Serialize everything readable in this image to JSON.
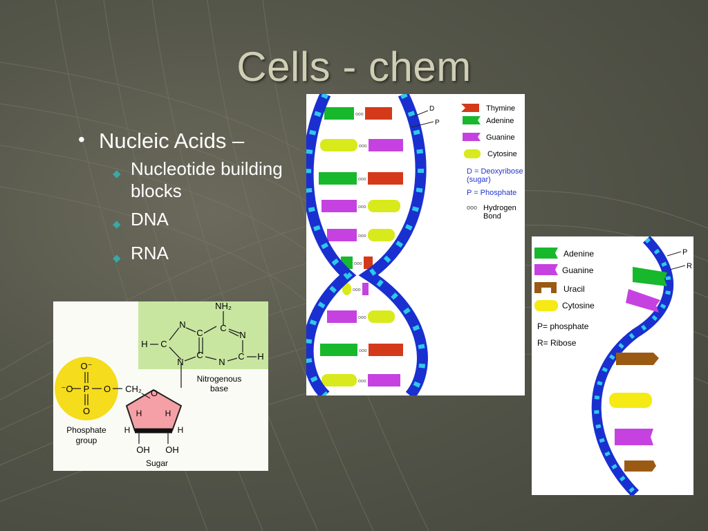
{
  "slide": {
    "title": "Cells - chem"
  },
  "bullets": {
    "main": "Nucleic Acids –",
    "sub": [
      {
        "label": "Nucleotide building blocks"
      },
      {
        "label": "DNA"
      },
      {
        "label": "RNA"
      }
    ]
  },
  "nucleotide_figure": {
    "phosphate_label": [
      "Phosphate",
      "group"
    ],
    "sugar_label": "Sugar",
    "base_label": [
      "Nitrogenous",
      "base"
    ],
    "atoms": {
      "nh2": "NH₂",
      "n": "N",
      "c": "C",
      "h": "H",
      "o": "O",
      "o_minus": "O⁻",
      "minus_o": "⁻O",
      "p": "P",
      "ch2": "CH₂",
      "oh": "OH"
    },
    "colors": {
      "phosphate": "#f5dc1c",
      "sugar": "#f5a0a6",
      "base_bg": "#c8e6a0"
    }
  },
  "dna_legend": {
    "thymine": "Thymine",
    "adenine": "Adenine",
    "guanine": "Guanine",
    "cytosine": "Cytosine",
    "deoxyribose": [
      "D = Deoxyribose",
      "(sugar)"
    ],
    "phosphate": "P = Phosphate",
    "hbond_symbol": "ooo",
    "hydrogen_bond": [
      "Hydrogen",
      "Bond"
    ],
    "strand_d": "D",
    "strand_p": "P"
  },
  "rna_legend": {
    "adenine": "Adenine",
    "guanine": "Guanine",
    "uracil": "Uracil",
    "cytosine": "Cytosine",
    "phosphate": "P= phosphate",
    "ribose": "R= Ribose",
    "strand_p": "P",
    "strand_r": "R"
  },
  "colors": {
    "thymine": "#d43a1a",
    "adenine": "#17b82c",
    "guanine": "#c542e0",
    "cytosine": "#d8ea1c",
    "uracil": "#9a5a14",
    "rna_cytosine": "#f5ea14",
    "backbone": "#1a2fd0",
    "rung": "#2ec9e8"
  }
}
